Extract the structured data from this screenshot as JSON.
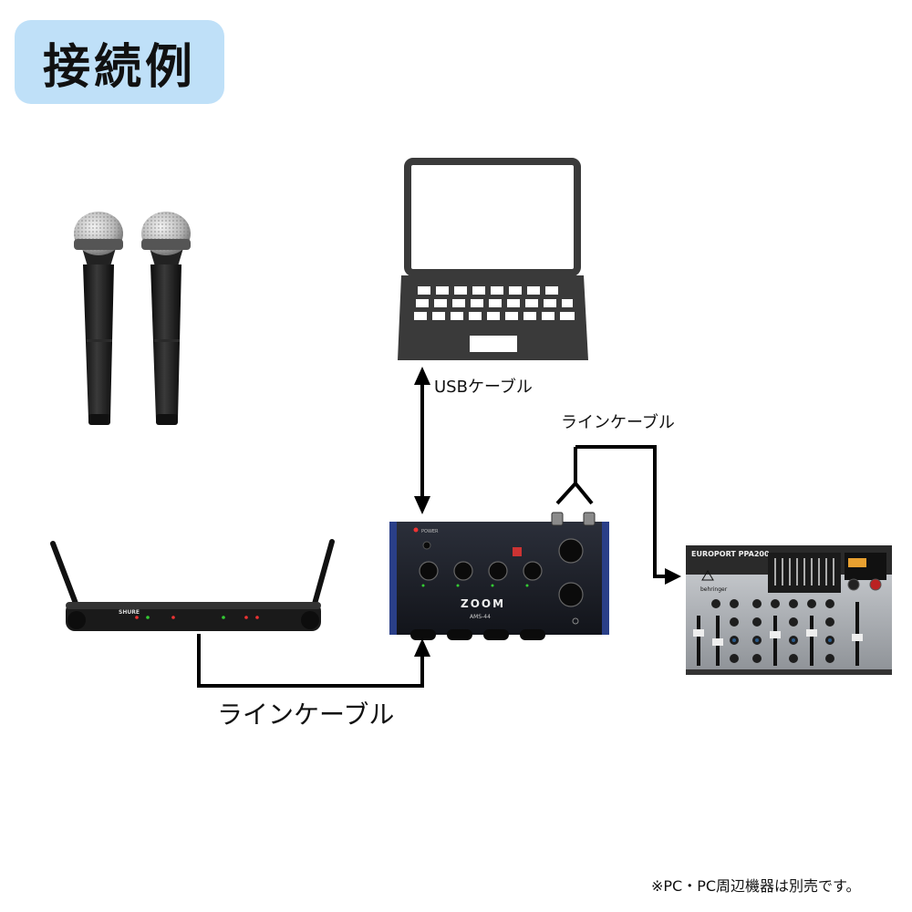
{
  "title": "接続例",
  "labels": {
    "usb_cable": "USBケーブル",
    "line_cable_top": "ラインケーブル",
    "line_cable_bottom": "ラインケーブル"
  },
  "note": "※PC・PC周辺機器は別売です。",
  "devices": {
    "receiver_brand": "SHURE",
    "interface_brand": "ZOOM",
    "interface_model": "AMS-44",
    "interface_power_label": "POWER",
    "mixer_name": "EUROPORT PPA200",
    "mixer_brand": "behringer"
  },
  "colors": {
    "title_bg": "#bfe0f8",
    "line": "#000000",
    "laptop": "#3a3a3a"
  }
}
